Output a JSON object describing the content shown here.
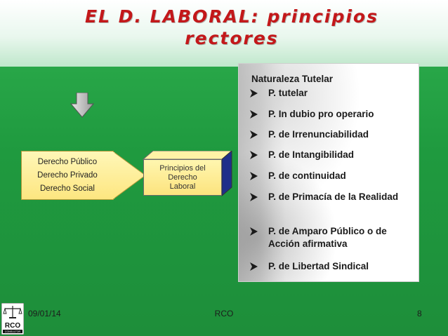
{
  "title": {
    "line1": "EL D. LABORAL: principios",
    "line2": "rectores"
  },
  "left_box": {
    "items": [
      "Derecho Público",
      "Derecho Privado",
      "Derecho Social"
    ]
  },
  "center_box": {
    "lines": [
      "Principios del",
      "Derecho",
      "Laboral"
    ]
  },
  "panel": {
    "heading": "Naturaleza Tutelar",
    "items": [
      "P. tutelar",
      "P. In dubio pro operario",
      "P. de Irrenunciabilidad",
      "P. de Intangibilidad",
      "P. de continuidad",
      "P. de Primacía de la Realidad",
      "P. de Amparo Público o de Acción afirmativa",
      "P. de Libertad Sindical"
    ]
  },
  "footer": {
    "date": "09/01/14",
    "center": "RCO",
    "page": "8"
  },
  "logo": {
    "text": "RCO",
    "subtext": "CONSULTOR"
  },
  "colors": {
    "title": "#c3181a",
    "background": "#1f9a3f",
    "box_fill": "#fde680",
    "bullet": "#1a1a1a"
  }
}
